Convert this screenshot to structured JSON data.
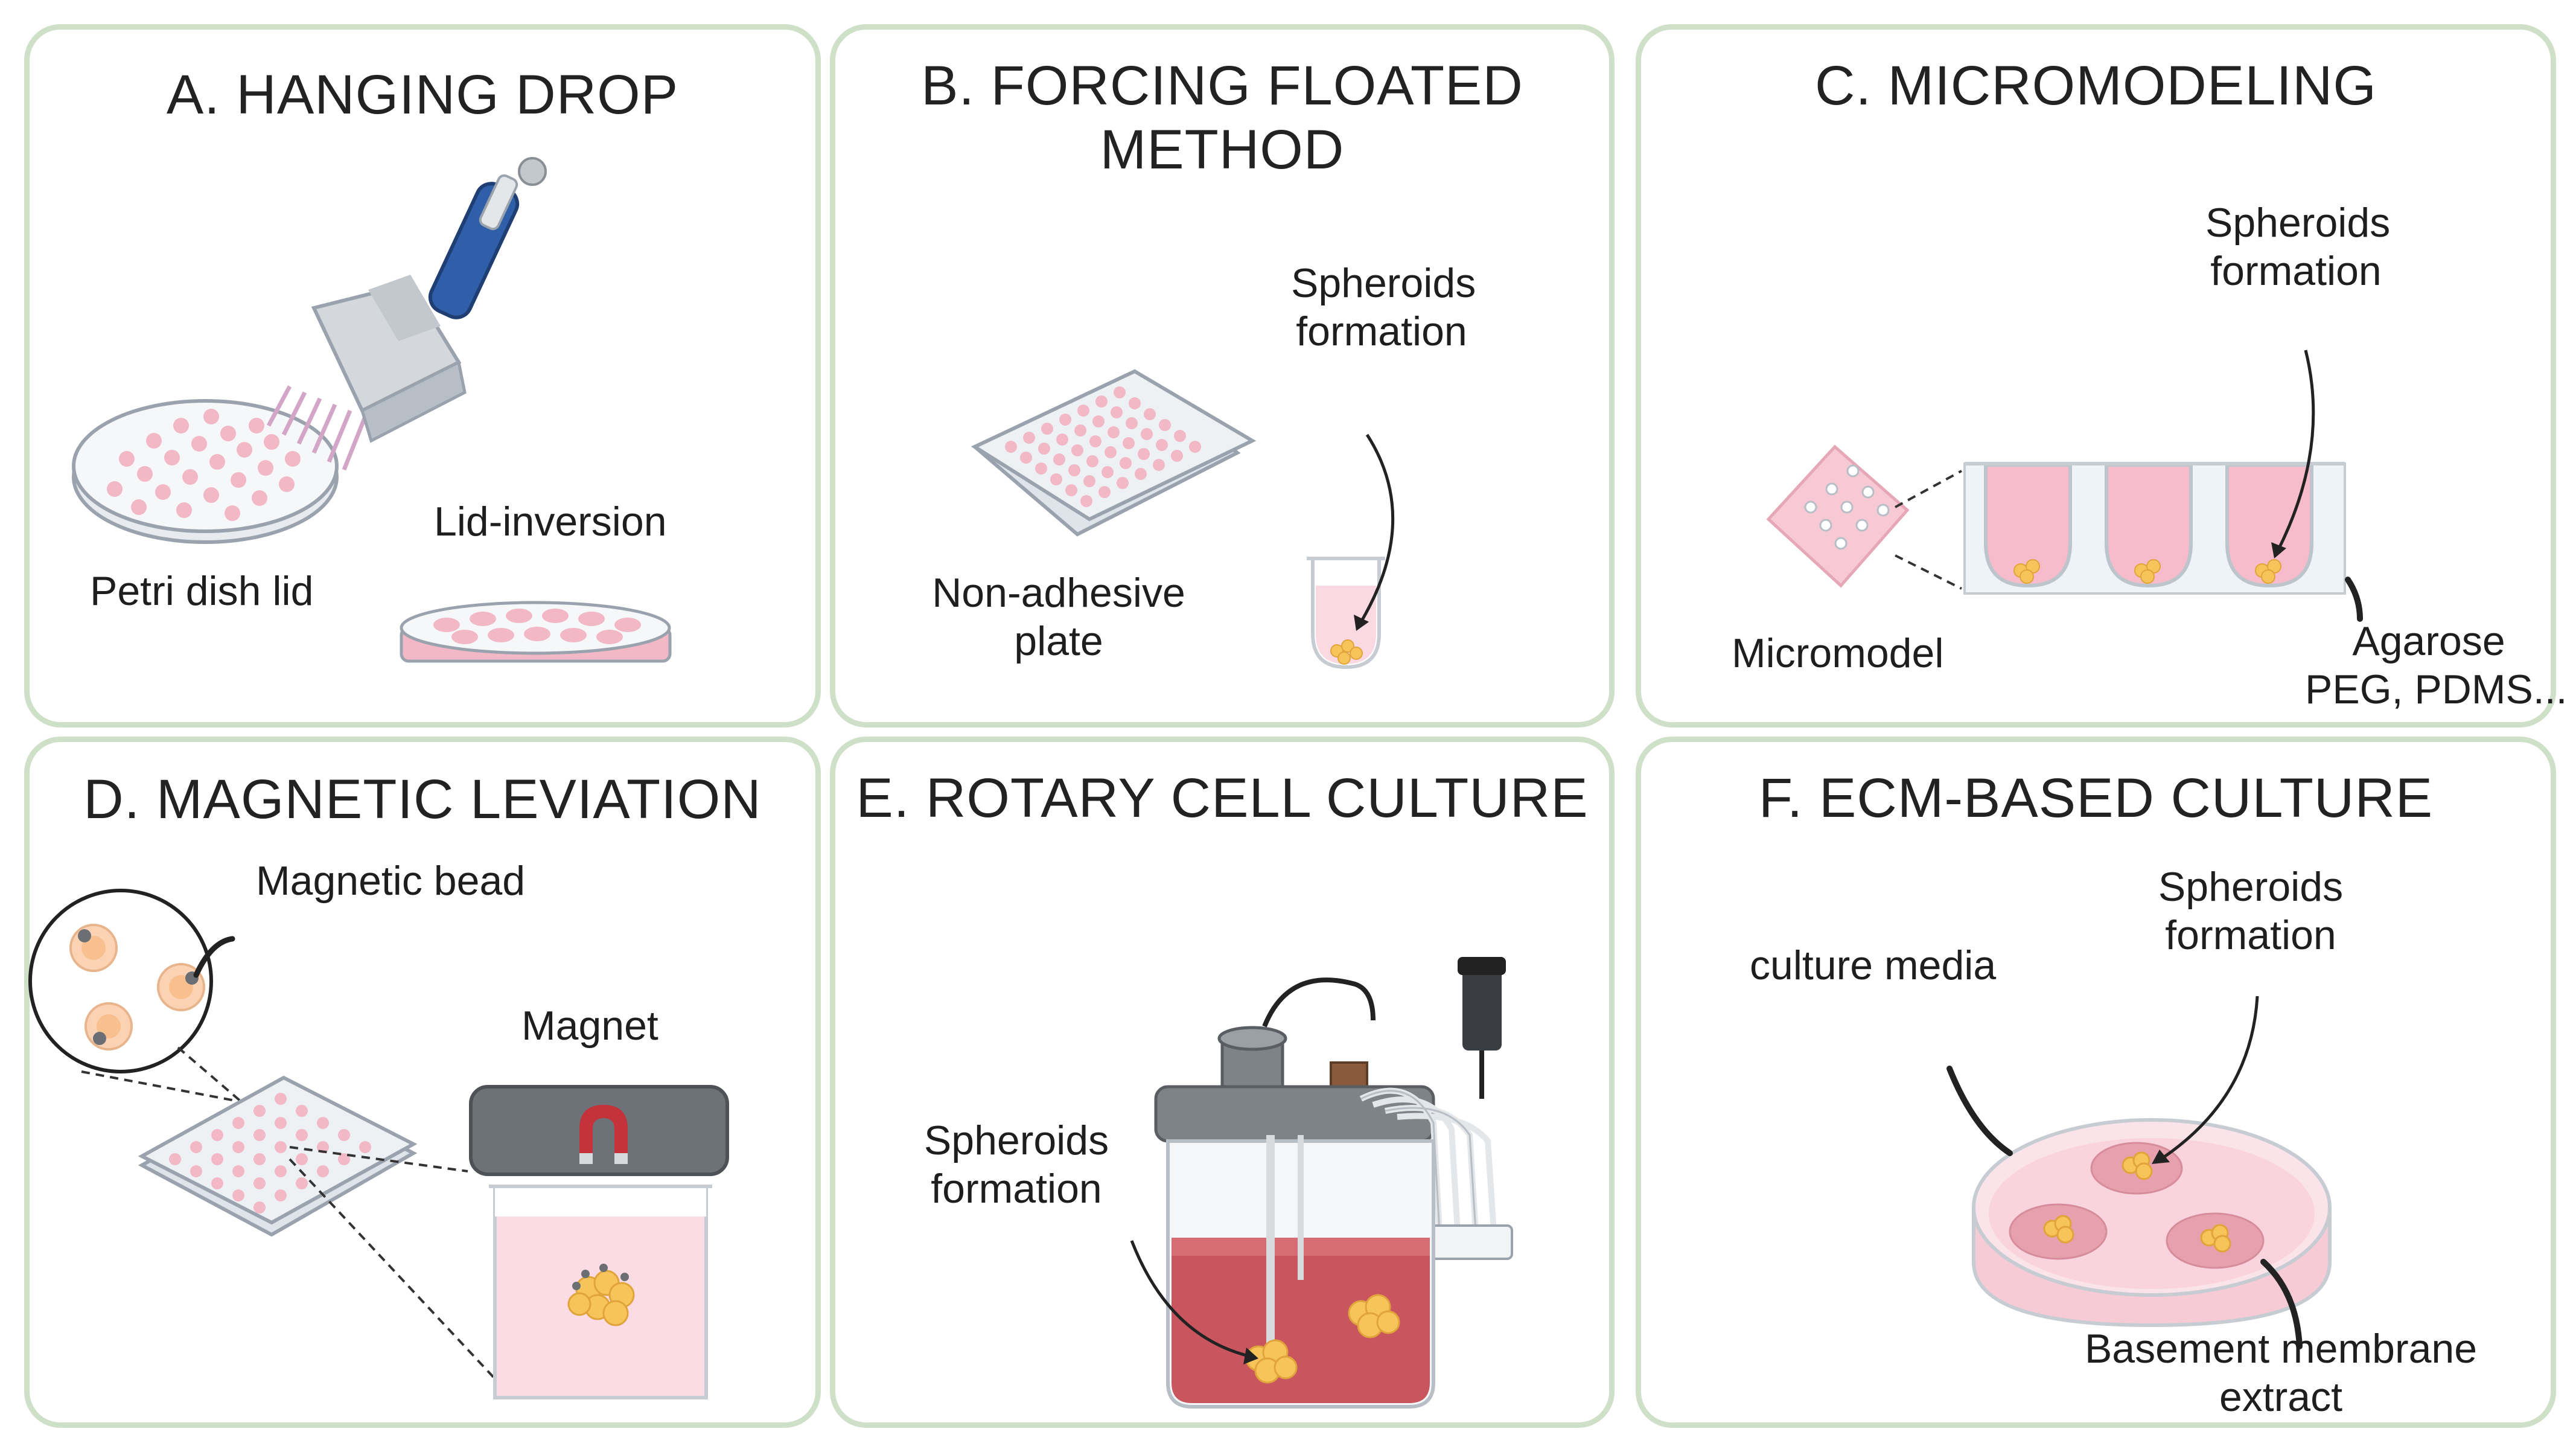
{
  "panels": {
    "a": {
      "title": "A. HANGING DROP",
      "label_lid_inversion": "Lid-inversion",
      "label_petri": "Petri dish lid"
    },
    "b": {
      "title_line1": "B. FORCING FLOATED",
      "title_line2": "METHOD",
      "label_spheroids_1": "Spheroids",
      "label_spheroids_2": "formation",
      "label_plate_1": "Non-adhesive",
      "label_plate_2": "plate"
    },
    "c": {
      "title": "C. MICROMODELING",
      "label_spheroids_1": "Spheroids",
      "label_spheroids_2": "formation",
      "label_micromodel": "Micromodel",
      "label_agarose_1": "Agarose",
      "label_agarose_2": "PEG, PDMS..."
    },
    "d": {
      "title": "D. MAGNETIC LEVIATION",
      "label_bead": "Magnetic bead",
      "label_magnet": "Magnet"
    },
    "e": {
      "title": "E. ROTARY CELL CULTURE",
      "label_spheroids_1": "Spheroids",
      "label_spheroids_2": "formation"
    },
    "f": {
      "title": "F. ECM-BASED CULTURE",
      "label_media": "culture media",
      "label_spheroids_1": "Spheroids",
      "label_spheroids_2": "formation",
      "label_membrane_1": "Basement membrane",
      "label_membrane_2": "extract"
    }
  },
  "colors": {
    "panel_border": "#cfe0c8",
    "pink": "#f2b8c6",
    "pink_light": "#fbe3ea",
    "spheroid": "#f6c45a",
    "pipette_blue": "#2f5fa8",
    "grey": "#8a8f96"
  }
}
